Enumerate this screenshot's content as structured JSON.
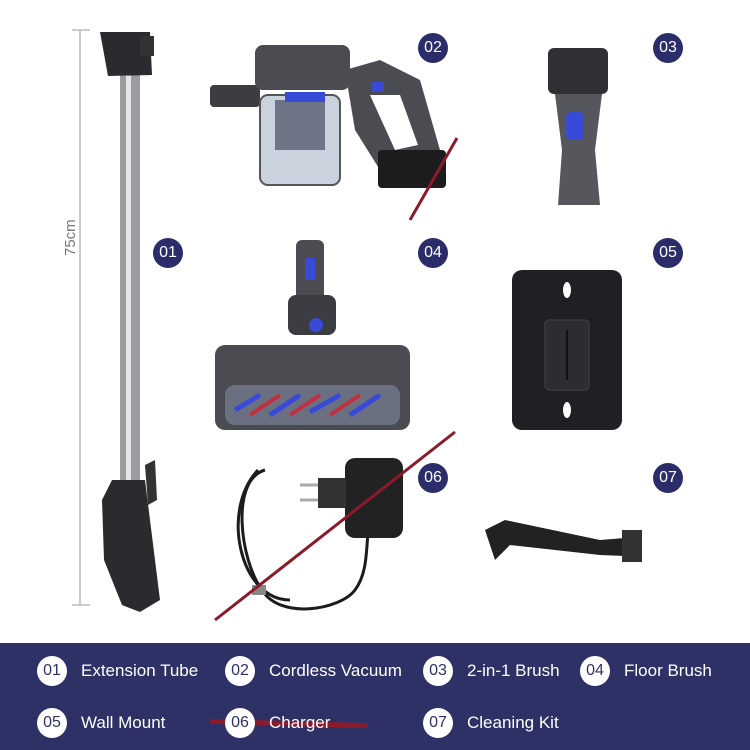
{
  "dimension_label": "75cm",
  "badges": [
    "01",
    "02",
    "03",
    "04",
    "05",
    "06",
    "07"
  ],
  "legend": [
    {
      "num": "01",
      "label": "Extension Tube",
      "struck": false
    },
    {
      "num": "02",
      "label": "Cordless Vacuum",
      "struck": false
    },
    {
      "num": "03",
      "label": "2-in-1 Brush",
      "struck": false
    },
    {
      "num": "04",
      "label": "Floor Brush",
      "struck": false
    },
    {
      "num": "05",
      "label": "Wall Mount",
      "struck": false
    },
    {
      "num": "06",
      "label": "Charger",
      "struck": true
    },
    {
      "num": "07",
      "label": "Cleaning Kit",
      "struck": false
    }
  ],
  "colors": {
    "navy": "#2e3166",
    "badge": "#2b2d6b",
    "strike": "#8b1a2a",
    "accent_blue": "#3a4ad8"
  }
}
